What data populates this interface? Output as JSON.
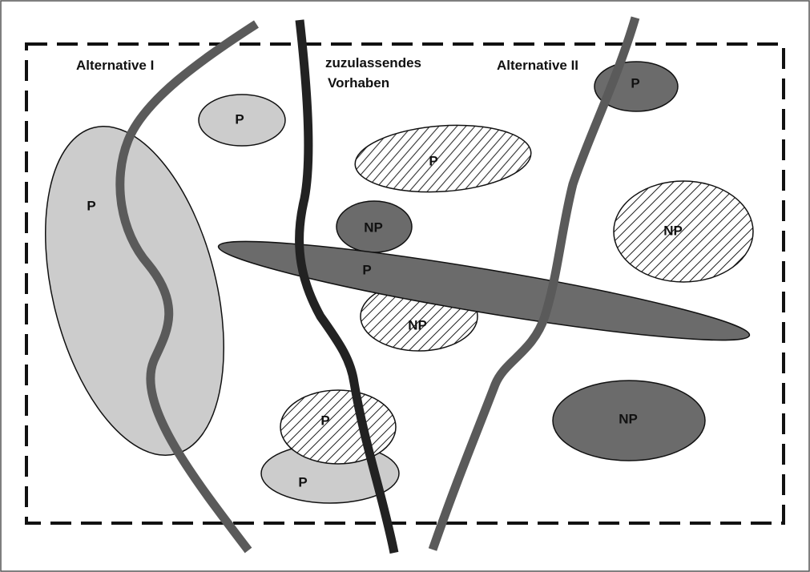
{
  "colors": {
    "background": "#ffffff",
    "frame": "#111111",
    "light_area": "#cccccc",
    "dark_area": "#6b6b6b",
    "hatch": "#222222",
    "route_alternatives": "#5a5a5a",
    "route_project": "#222222"
  },
  "labels": {
    "alternative_1": "Alternative I",
    "project_line1": "zuzulassendes",
    "project_line2": "Vorhaben",
    "alternative_2": "Alternative II"
  },
  "areas": [
    {
      "id": "area-left-large",
      "label": "P",
      "style": "light"
    },
    {
      "id": "area-top-small",
      "label": "P",
      "style": "light"
    },
    {
      "id": "area-center-hatched",
      "label": "P",
      "style": "hatched"
    },
    {
      "id": "area-np-dark",
      "label": "NP",
      "style": "dark"
    },
    {
      "id": "area-long-dark",
      "label": "P",
      "style": "dark"
    },
    {
      "id": "area-np-hatched-center",
      "label": "NP",
      "style": "hatched"
    },
    {
      "id": "area-bottom-hatched",
      "label": "P",
      "style": "hatched"
    },
    {
      "id": "area-bottom-light",
      "label": "P",
      "style": "light"
    },
    {
      "id": "area-top-right-dark",
      "label": "P",
      "style": "dark"
    },
    {
      "id": "area-np-hatched-right",
      "label": "NP",
      "style": "hatched"
    },
    {
      "id": "area-np-dark-bottom-right",
      "label": "NP",
      "style": "dark"
    }
  ]
}
